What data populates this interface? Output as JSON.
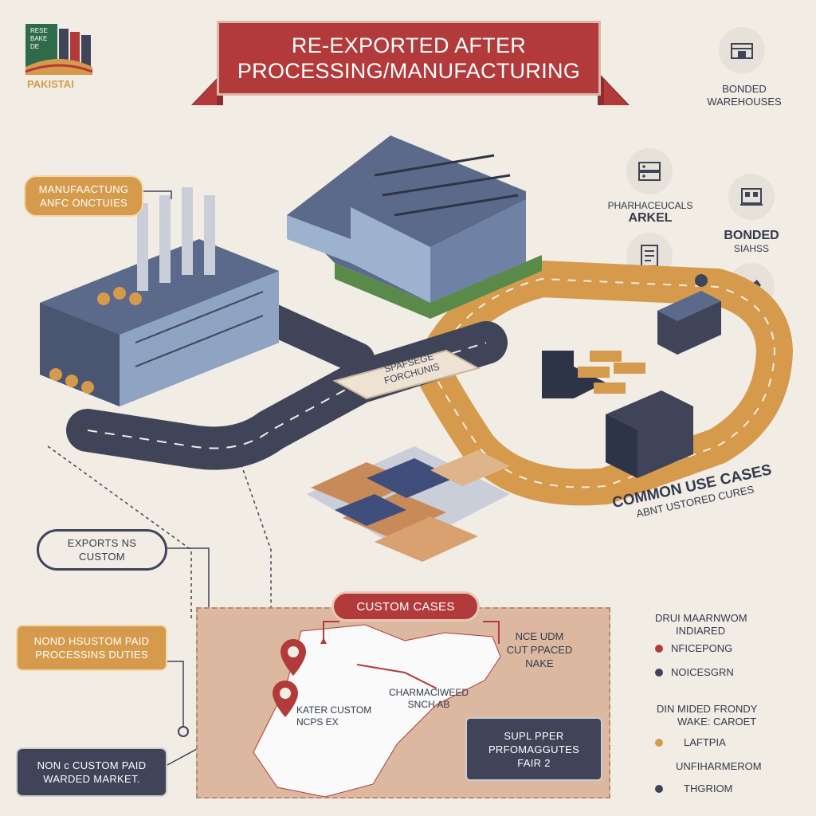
{
  "logo": {
    "flag_lines": [
      "RESE",
      "BAKE",
      "DE"
    ],
    "label": "PAKISTAI"
  },
  "title": {
    "line1": "RE-EXPORTED AFTER",
    "line2": "PROCESSING/MANUFACTURING"
  },
  "labels": {
    "manufacturing": {
      "line1": "MANUFAACTUNG",
      "line2": "ANFC ONCTUIES"
    },
    "road_sign": {
      "line1": "SPAFSEGE",
      "line2": "FORCHUNIS"
    },
    "common_use": {
      "line1": "COMMON USE CASES",
      "line2": "ABNT USTORED CURES"
    },
    "exports": {
      "line1": "EXPORTS NS",
      "line2": "CUSTOM"
    },
    "non_custom_processing": {
      "line1": "NOND HSUSTOM PAID",
      "line2": "PROCESSINS DUTIES"
    },
    "non_custom_warded": {
      "line1": "NON c CUSTOM PAID",
      "line2": "WARDED MARKET."
    },
    "custom_cases": "CUSTOM CASES",
    "map_right": {
      "line1": "NCE UDM",
      "line2": "CUT PPACED",
      "line3": "NAKE"
    },
    "map_pharma": {
      "line1": "CHARMACIWEED",
      "line2": "SNCH AB"
    },
    "map_kater": {
      "line1": "KATER CUSTOM",
      "line2": "NCPS EX"
    },
    "supplier": {
      "line1": "SUPL PPER",
      "line2": "PRFOMAGGUTES",
      "line3": "FAIR 2"
    }
  },
  "sidebar": {
    "bonded_warehouses": "BONDED WAREHOUSES",
    "pharma": {
      "line1": "PHARHACEUCALS",
      "line2": "ARKEL"
    },
    "bonded_states": {
      "line1": "BONDED",
      "line2": "SIAHSS"
    }
  },
  "legend": {
    "group1_title": {
      "line1": "DRUI MAARNWOM",
      "line2": "INDIARED"
    },
    "group1_items": [
      {
        "label": "NFICEPONG",
        "color": "#b33a3a"
      },
      {
        "label": "NOICESGRN",
        "color": "#3f4458"
      }
    ],
    "group2_title": {
      "line1": "DIN MIDED FRONDY",
      "line2": "WAKE: CAROET"
    },
    "group2_items": [
      {
        "label": "LAFTPIA",
        "color": "#d69a4c"
      },
      {
        "label": "UNFIHARMEROM",
        "color": "#3f4458"
      },
      {
        "label": "THGRIOM",
        "color": "#3f4458"
      }
    ]
  },
  "colors": {
    "background": "#f1ece4",
    "brand_red": "#b33a3a",
    "orange": "#d69a4c",
    "navy": "#3f4458",
    "map_panel": "#dcb8a0"
  },
  "icons": [
    "warehouse-icon",
    "server-icon",
    "bonded-building-icon",
    "document-icon",
    "handshake-icon",
    "map-pin-icon"
  ]
}
